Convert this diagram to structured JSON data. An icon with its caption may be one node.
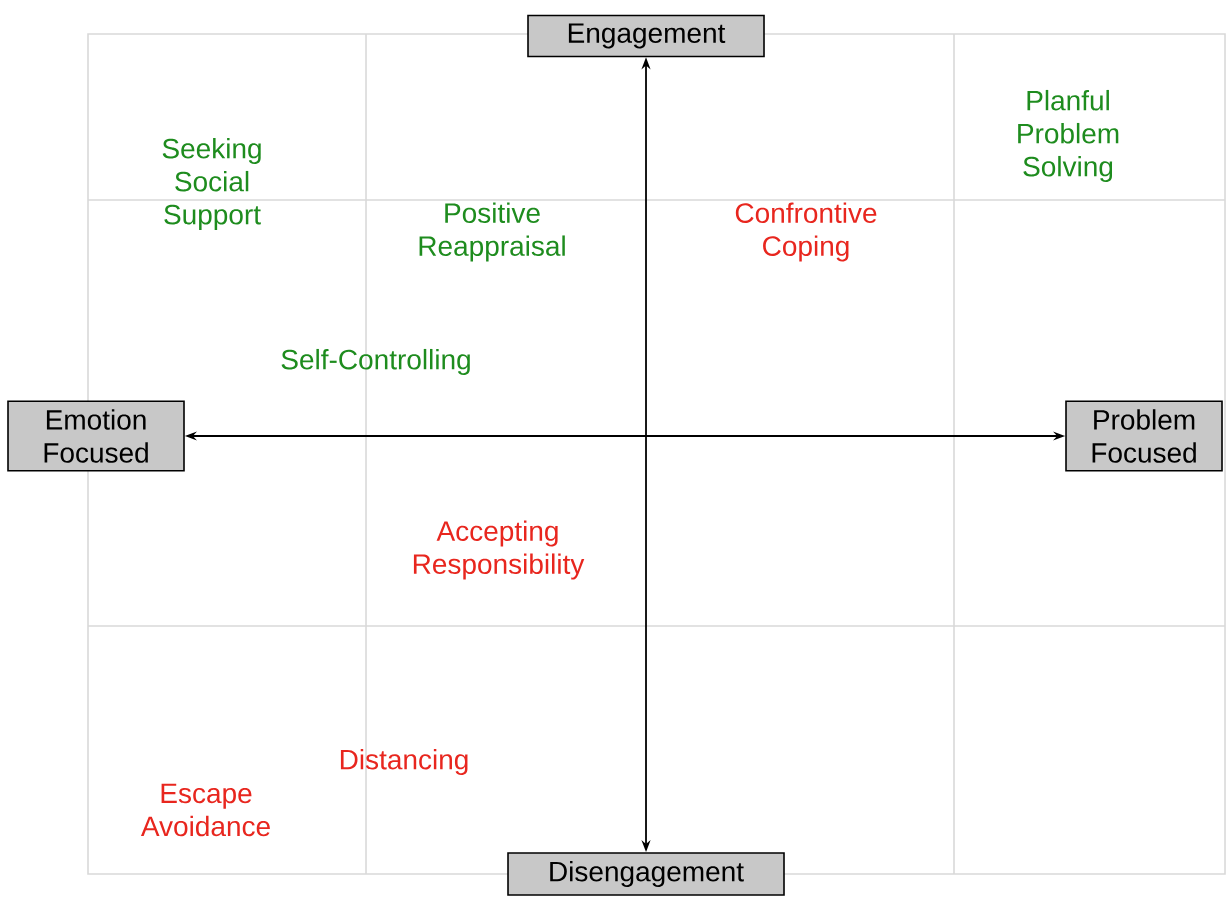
{
  "diagram": {
    "nodes": [
      {
        "text": [
          "Engagement"
        ]
      },
      {
        "text": [
          "Emotion Focused"
        ]
      },
      {
        "text": [
          "Problem Focused"
        ]
      },
      {
        "text": [
          "Disengagement"
        ]
      }
    ],
    "edges": [
      {
        "from": 0,
        "to": 3,
        "arrow": "both"
      },
      {
        "from": 1,
        "to": 2,
        "arrow": "both"
      }
    ],
    "labels": [
      "Seeking Social Support",
      "Planful Problem Solving",
      "Positive Reappraisal",
      "Confrontive Coping",
      "Self-Controlling",
      "Accepting Responsibility",
      "Distancing",
      "Escape Avoidance"
    ]
  }
}
